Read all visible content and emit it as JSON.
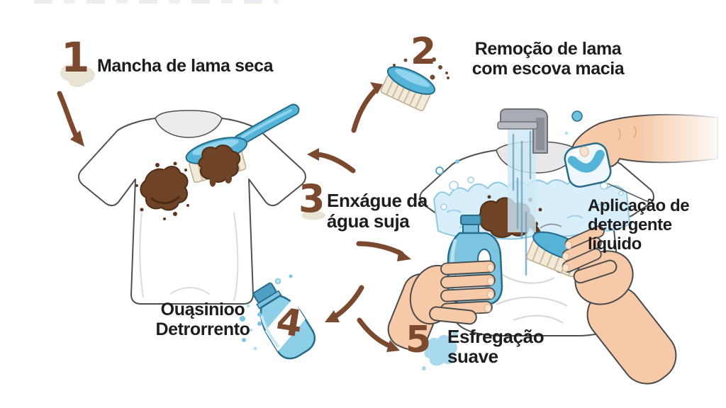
{
  "steps": [
    {
      "number": "1",
      "label": "Mancha de lama seca"
    },
    {
      "number": "2",
      "label": "Remoção de lama\ncom escova macia"
    },
    {
      "number": "3",
      "label": "Enxágue da\nágua suja"
    },
    {
      "number": "4",
      "label": "Ouąsinioo\nDetrorrento"
    },
    {
      "number": "5",
      "label": "Esfregação\nsuave"
    }
  ],
  "side_note": {
    "label": "Aplicação de\ndetergente líquido"
  },
  "palette": {
    "number_brown": "#7b4a2e",
    "arrow_brown": "#7b4a2e",
    "mud": "#6e4326",
    "mud_outline": "#4e2e18",
    "blue": "#54b3d6",
    "blue_dark": "#256b8a",
    "blue_light": "#a8d9ef",
    "water": "#d8eefa",
    "skin": "#f6c9a8",
    "beige": "#e9e3d3",
    "faucet_gray": "#a9adb3",
    "text": "#1d1d1d"
  },
  "icons": {
    "scrub-brush": "blue oval brush with cream bristles",
    "water-faucet": "gray tap pouring water",
    "detergent-bottle": "blue liquid detergent bottle",
    "detergent-pod": "blue gel pod held by hand",
    "water-splash": "light blue splash blob",
    "dust-cloud": "beige cloud behind step number",
    "curved-arrow": "brown flow arrow"
  }
}
